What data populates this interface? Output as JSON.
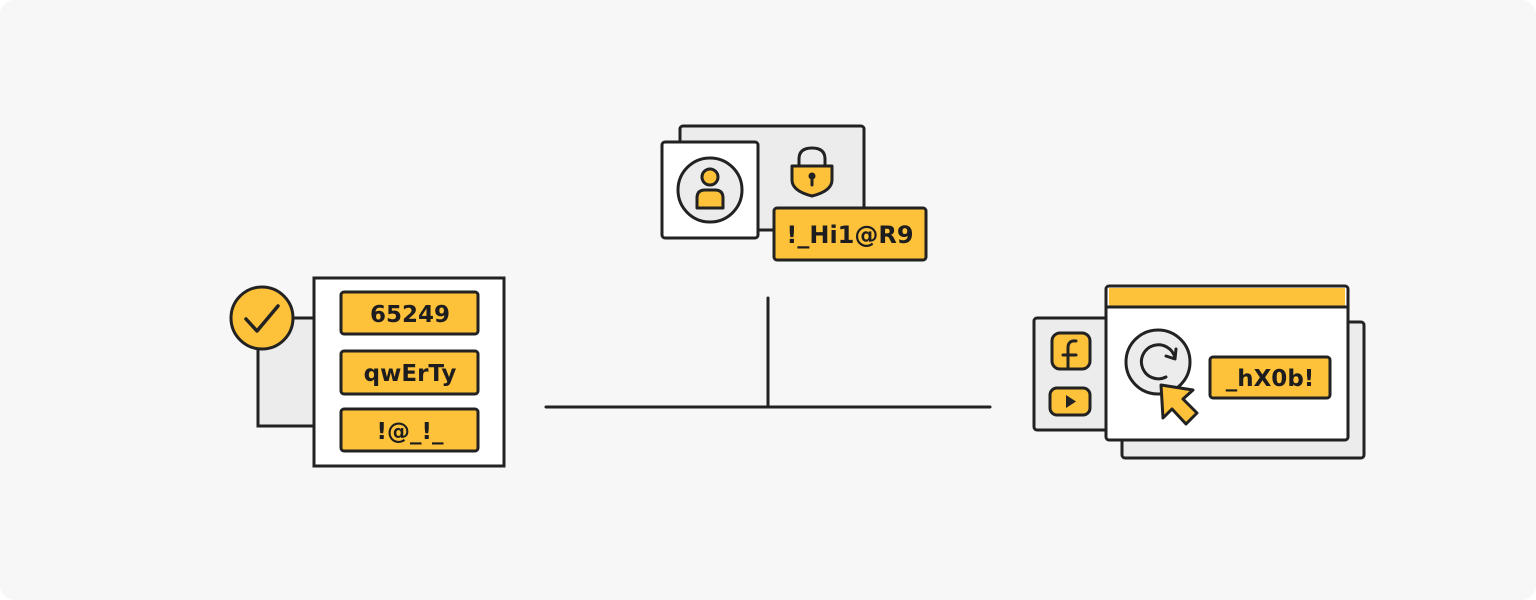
{
  "colors": {
    "background": "#f7f7f7",
    "stroke": "#222222",
    "accent": "#fdc13a",
    "panel": "#ffffff",
    "panel_gray": "#ececec"
  },
  "left_group": {
    "icon": "checkmark-circle-icon",
    "passwords": [
      "65249",
      "qwErTy",
      "!@_!_"
    ]
  },
  "top_group": {
    "icons": [
      "user-avatar-icon",
      "padlock-icon"
    ],
    "password": "!_Hi1@R9"
  },
  "right_group": {
    "icons": [
      "facebook-icon",
      "youtube-icon",
      "refresh-icon",
      "cursor-arrow-icon"
    ],
    "password": "_hX0b!"
  }
}
